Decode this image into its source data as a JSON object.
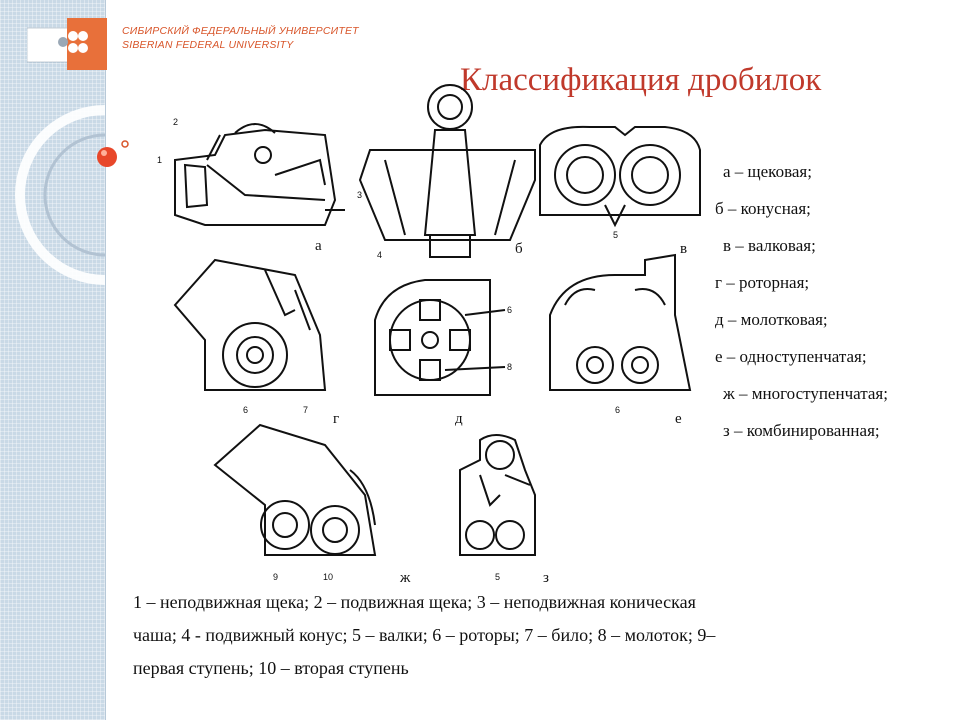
{
  "header": {
    "university_name_ru": "СИБИРСКИЙ ФЕДЕРАЛЬНЫЙ УНИВЕРСИТЕТ",
    "university_name_en": "SIBERIAN FEDERAL UNIVERSITY"
  },
  "title": "Классификация дробилок",
  "figure": {
    "panel_labels": [
      "а",
      "б",
      "в",
      "г",
      "д",
      "е",
      "ж",
      "з"
    ],
    "part_numbers": {
      "a_top": "2",
      "a_left": "1",
      "b_left_top": "3",
      "b_left_bottom": "4",
      "v_bottom": "5",
      "g_left": "6",
      "g_right": "7",
      "d_top": "6",
      "d_bottom": "8",
      "e_bottom": "6",
      "zh_left": "9",
      "zh_right": "10",
      "z_bottom": "5"
    }
  },
  "legend": [
    "а – щековая;",
    "б – конусная;",
    "в – валковая;",
    "г – роторная;",
    "д – молотковая;",
    "е – одноступенчатая;",
    "ж – многоступенчатая;",
    "з – комбинированная;"
  ],
  "caption": {
    "line1": "1 – неподвижная щека; 2 – подвижная щека; 3 – неподвижная коническая",
    "line2": "чаша;  4 - подвижный конус; 5 – валки; 6 – роторы; 7 – било; 8 – молоток; 9–",
    "line3": "первая ступень;  10 – вторая ступень"
  },
  "colors": {
    "title": "#c0392b",
    "logo_orange": "#d8552a",
    "sidebar": "#c9d9e6",
    "accent_ball": "#e8472a"
  }
}
